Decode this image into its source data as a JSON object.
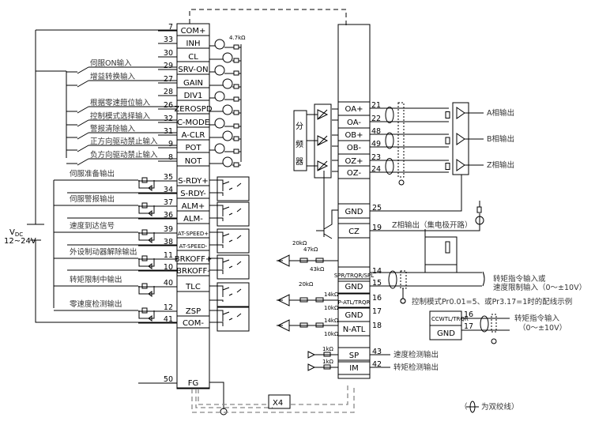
{
  "left_connector": {
    "terminals": [
      {
        "pin": "7",
        "name": "COM+"
      },
      {
        "pin": "33",
        "name": "INH"
      },
      {
        "pin": "30",
        "name": "CL"
      },
      {
        "pin": "29",
        "name": "SRV-ON"
      },
      {
        "pin": "27",
        "name": "GAIN"
      },
      {
        "pin": "28",
        "name": "DIV1"
      },
      {
        "pin": "26",
        "name": "ZEROSPD"
      },
      {
        "pin": "32",
        "name": "C-MODE"
      },
      {
        "pin": "31",
        "name": "A-CLR"
      },
      {
        "pin": "9",
        "name": "POT"
      },
      {
        "pin": "8",
        "name": "NOT"
      },
      {
        "pin": "35",
        "name": "S-RDY+"
      },
      {
        "pin": "34",
        "name": "S-RDY-"
      },
      {
        "pin": "37",
        "name": "ALM+"
      },
      {
        "pin": "36",
        "name": "ALM-"
      },
      {
        "pin": "39",
        "name": "AT-SPEED+"
      },
      {
        "pin": "38",
        "name": "AT-SPEED-"
      },
      {
        "pin": "11",
        "name": "BRKOFF+"
      },
      {
        "pin": "10",
        "name": "BRKOFF-"
      },
      {
        "pin": "40",
        "name": "TLC"
      },
      {
        "pin": "12",
        "name": "ZSP"
      },
      {
        "pin": "41",
        "name": "COM-"
      },
      {
        "pin": "50",
        "name": "FG"
      }
    ],
    "resistor_label": "4.7kΩ"
  },
  "input_labels": [
    "伺服ON输入",
    "增益转换输入",
    "根据零速箝位输入",
    "控制模式选择输入",
    "警报清除输入",
    "正方向驱动禁止输入",
    "负方向驱动禁止输入"
  ],
  "output_labels": [
    "伺服准备输出",
    "伺服警报输出",
    "速度到达信号",
    "外设制动器解除输出",
    "转矩限制中输出",
    "零速度检测输出"
  ],
  "power": {
    "label_v": "V",
    "label_sub": "DC",
    "range": "12~24V"
  },
  "divider_label": [
    "分",
    "频",
    "器"
  ],
  "right_connector": {
    "encoder_terminals": [
      {
        "pin": "21",
        "name": "OA+"
      },
      {
        "pin": "22",
        "name": "OA-"
      },
      {
        "pin": "48",
        "name": "OB+"
      },
      {
        "pin": "49",
        "name": "OB-"
      },
      {
        "pin": "23",
        "name": "OZ+"
      },
      {
        "pin": "24",
        "name": "OZ-"
      }
    ],
    "gnd_terminal": {
      "pin": "25",
      "name": "GND"
    },
    "cz_terminal": {
      "pin": "19",
      "name": "CZ"
    },
    "analog_terminals": [
      {
        "pin": "14",
        "name": "SPR/TRQR/SPL"
      },
      {
        "pin": "15",
        "name": "GND"
      },
      {
        "pin": "16",
        "name": "P-ATL/TRQR"
      },
      {
        "pin": "17",
        "name": "GND"
      },
      {
        "pin": "18",
        "name": "N-ATL"
      }
    ],
    "monitor_terminals": [
      {
        "pin": "43",
        "name": "SP"
      },
      {
        "pin": "42",
        "name": "IM"
      }
    ],
    "monitor_resistor": "1kΩ"
  },
  "phase_outputs": [
    "A相输出",
    "B相输出",
    "Z相输出"
  ],
  "cz_label": "Z相输出（集电极开路）",
  "resistors": {
    "r20k": "20kΩ",
    "r47k": "47kΩ",
    "r43k": "43kΩ",
    "r10k": "10kΩ",
    "r14k": "14kΩ"
  },
  "analog_notes": {
    "torque_cmd_or_speed_limit": [
      "转矩指令输入或",
      "速度限制输入（0～±10V）"
    ],
    "wiring_example": "控制模式Pr0.01=5、或Pr3.17=1时的配线示例",
    "alt_box": [
      {
        "pin": "16",
        "name": "CCWTL/TRQR"
      },
      {
        "pin": "17",
        "name": "GND"
      }
    ],
    "torque_cmd": [
      "转矩指令输入",
      "（0～±10V）"
    ]
  },
  "monitor_outputs": [
    "速度检测输出",
    "转矩检测输出"
  ],
  "shield_box": "X4",
  "legend": {
    "open": "（",
    "text": "为双绞线）"
  }
}
